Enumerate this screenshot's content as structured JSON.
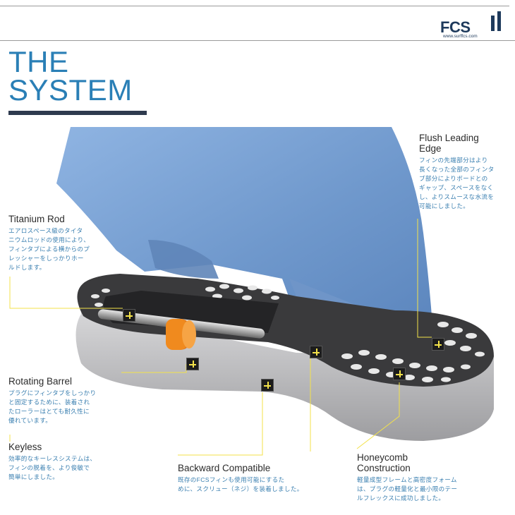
{
  "header": {
    "logo_text": "FCS",
    "logo_url": "www.surffcs.com"
  },
  "title": {
    "line1": "THE",
    "line2": "SYSTEM"
  },
  "features": {
    "titanium_rod": {
      "heading": "Titanium Rod",
      "desc_lines": [
        "エアロスペース級のタイタ",
        "ニウムロッドの使用により、",
        "フィンタブによる横からのプ",
        "レッシャーをしっかりホー",
        "ルドします。"
      ]
    },
    "rotating_barrel": {
      "heading": "Rotating Barrel",
      "desc_lines": [
        "プラグにフィンタブをしっかり",
        "と固定するために、装着され",
        "たローラーはとても耐久性に",
        "優れています。"
      ]
    },
    "keyless": {
      "heading": "Keyless",
      "desc_lines": [
        "効率的なキーレスシステムは、",
        "フィンの脱着を、より俊敏で",
        "簡単にしました。"
      ]
    },
    "backward_compatible": {
      "heading": "Backward Compatible",
      "desc_lines": [
        "既存のFCSフィンも使用可能にするた",
        "めに、スクリュー（ネジ）を装着しました。"
      ]
    },
    "honeycomb": {
      "heading_line1": "Honeycomb",
      "heading_line2": "Construction",
      "desc_lines": [
        "軽量成型フレームと高密度フォーム",
        "は、プラグの軽量化と最小限のテー",
        "ルフレックスに成功しました。"
      ]
    },
    "flush_leading_edge": {
      "heading_line1": "Flush Leading",
      "heading_line2": "Edge",
      "desc_lines": [
        "フィンの先端部分はより",
        "長くなった全部のフィンタ",
        "ブ部分によりボードとの",
        "ギャップ、スペースをなく",
        "し、よりスムースな水流を",
        "可能にしました。"
      ]
    }
  },
  "colors": {
    "title": "#2a7fb6",
    "desc_text": "#3a7fb0",
    "marker_fill": "#1c1c1c",
    "marker_cross": "#f3e24a",
    "leader_line": "#f3e24a",
    "fin_blue": "#7fa6d6",
    "plug_dark": "#3a3a3c",
    "plug_grey": "#b9b9bb",
    "barrel_orange": "#f08a1e"
  }
}
